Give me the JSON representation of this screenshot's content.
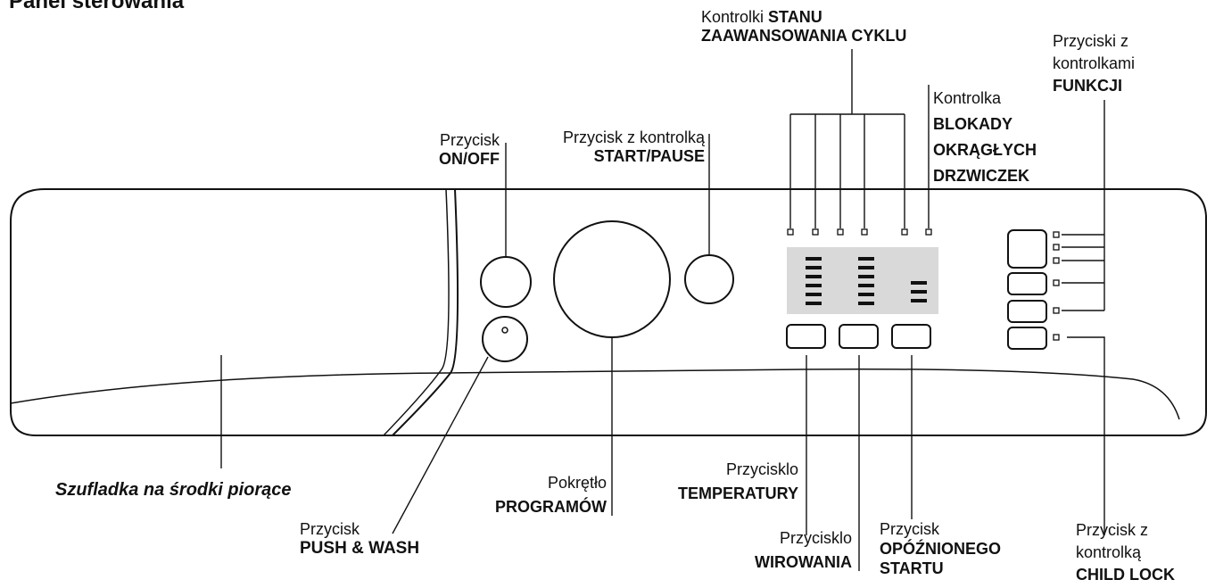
{
  "title": "Panel sterowania",
  "labels": {
    "drawer": "Szufladka na środki piorące",
    "onoff": {
      "line1": "Przycisk",
      "line2": "ON/OFF"
    },
    "startpause": {
      "line1": "Przycisk z kontrolką",
      "line2": "START/PAUSE"
    },
    "progress": {
      "line1_normal": "Kontrolki",
      "line1_bold": "STANU",
      "line2": "ZAAWANSOWANIA CYKLU"
    },
    "doorlock": {
      "line1": "Kontrolka",
      "line2": "BLOKADY",
      "line3": "OKRĄGŁYCH",
      "line4": "DRZWICZEK"
    },
    "functions": {
      "line1": "Przyciski z",
      "line2": "kontrolkami",
      "line3": "FUNKCJI"
    },
    "programs": {
      "line1": "Pokrętło",
      "line2": "PROGRAMÓW"
    },
    "temperature": {
      "line1": "Przycisklo",
      "line2": "TEMPERATURY"
    },
    "spin": {
      "line1": "Przycisklo",
      "line2": "WIROWANIA"
    },
    "delay": {
      "line1": "Przycisk",
      "line2": "OPÓŹNIONEGO",
      "line3": "STARTU"
    },
    "pushwash": {
      "line1": "Przycisk",
      "line2": "PUSH & WASH"
    },
    "childlock": {
      "line1": "Przycisk z",
      "line2": "kontrolką",
      "line3": "CHILD LOCK"
    }
  },
  "colors": {
    "display": "#d9d9d9",
    "stroke": "#111111"
  }
}
